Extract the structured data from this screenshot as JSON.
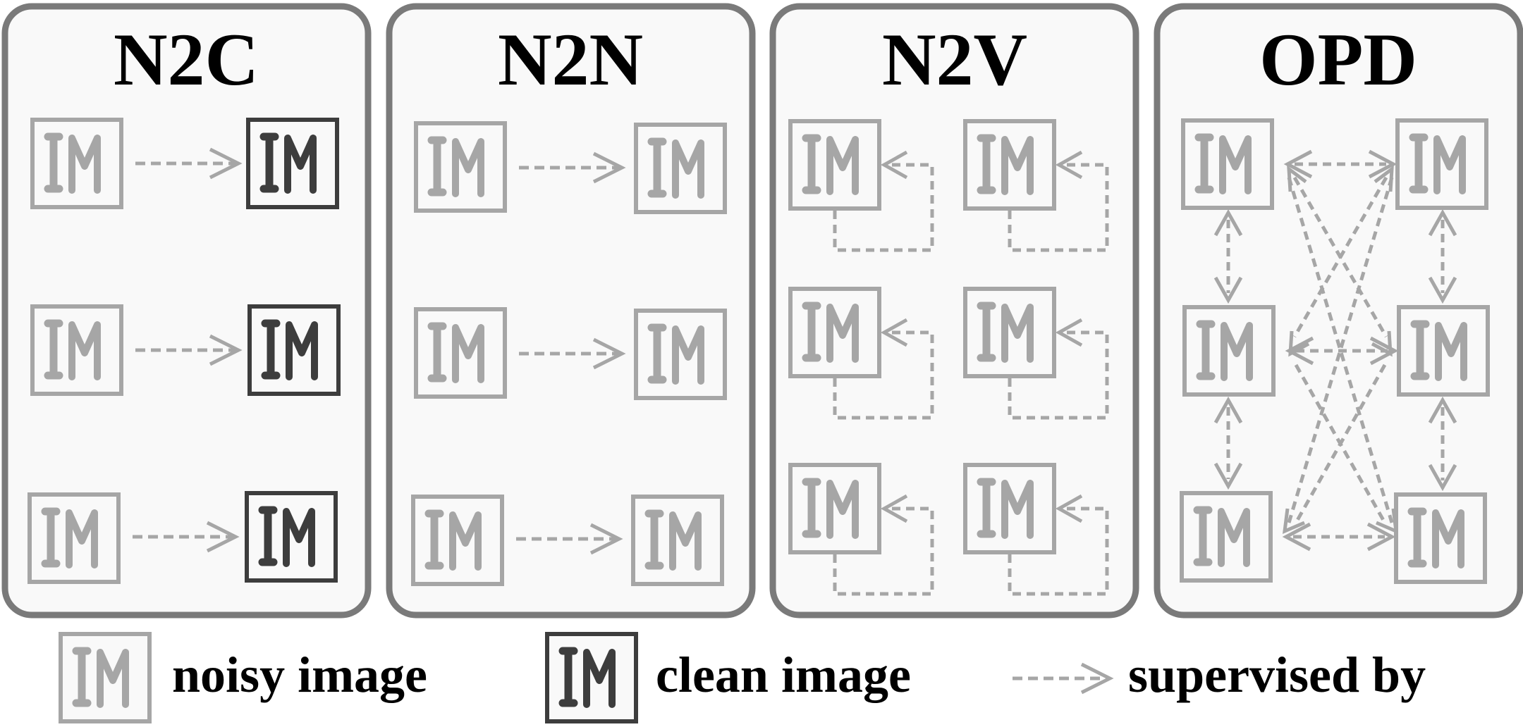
{
  "figure": {
    "icon_text": "IM",
    "panels": [
      {
        "id": "n2c",
        "title": "N2C",
        "scheme": "noisy-to-clean"
      },
      {
        "id": "n2n",
        "title": "N2N",
        "scheme": "noisy-to-noisy"
      },
      {
        "id": "n2v",
        "title": "N2V",
        "scheme": "self-supervised-loop"
      },
      {
        "id": "opd",
        "title": "OPD",
        "scheme": "all-pairs"
      }
    ],
    "legend": {
      "noisy": "noisy image",
      "clean": "clean image",
      "arrow": "supervised by"
    },
    "colors": {
      "panel_border": "#7a7a7a",
      "panel_fill": "#f9f9f9",
      "noisy": "#a6a6a6",
      "clean": "#3d3d3d",
      "arrow": "#a6a6a6"
    }
  }
}
